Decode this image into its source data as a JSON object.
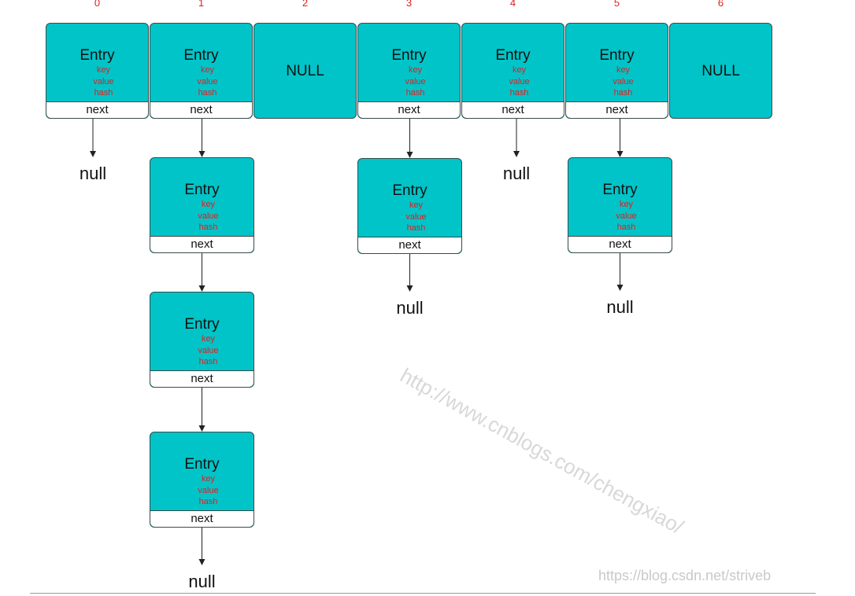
{
  "indices": [
    "0",
    "1",
    "2",
    "3",
    "4",
    "5",
    "6"
  ],
  "buckets": [
    {
      "kind": "entry",
      "chain": 1
    },
    {
      "kind": "entry",
      "chain": 4
    },
    {
      "kind": "NULL"
    },
    {
      "kind": "entry",
      "chain": 2
    },
    {
      "kind": "entry",
      "chain": 1
    },
    {
      "kind": "entry",
      "chain": 2
    },
    {
      "kind": "NULL"
    }
  ],
  "entry": {
    "title": "Entry",
    "key": "key",
    "value": "value",
    "hash": "hash",
    "next": "next"
  },
  "null_label": "null",
  "NULL_label": "NULL",
  "watermark": "http://www.cnblogs.com/chengxiao/",
  "footer_watermark": "https://blog.csdn.net/striveb",
  "colors": {
    "cell": "#00c4c8",
    "index": "#e02020",
    "fields": "#e02020"
  }
}
